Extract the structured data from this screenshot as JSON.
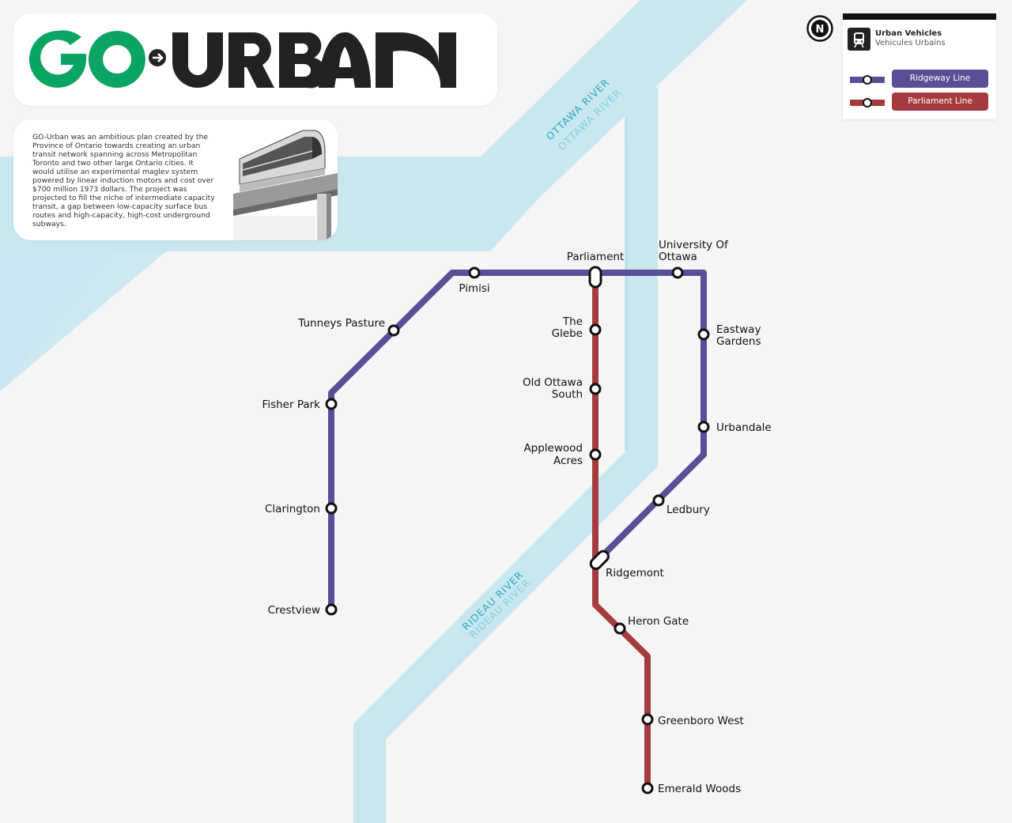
{
  "colors": {
    "ridgeway": "#5a4e96",
    "parliament": "#a63b3f",
    "river": "#c9e7ef",
    "river_label": "#2aa9c2",
    "logo_green": "#0aa463",
    "logo_dark": "#222222"
  },
  "description": "GO-Urban was an ambitious plan created by the Province of Ontario towards creating an urban transit network spanning across Metropolitan Toronto and two other large Ontario cities. It would utilise an experimental maglev system powered by linear induction motors and cost over $700 million 1973 dollars. The project was projected to fill the niche of intermediate capacity transit, a gap between low-capacity surface bus routes and high-capacity, high-cost underground subways.",
  "legend": {
    "title": "Urban Vehicles",
    "subtitle": "Vehicules Urbains",
    "icon": "train-icon",
    "lines": [
      {
        "name": "Ridgeway Line",
        "color": "#5a4e96"
      },
      {
        "name": "Parliament Line",
        "color": "#a63b3f"
      }
    ]
  },
  "compass_label": "N",
  "rivers": {
    "ottawa": "OTTAWA RIVER",
    "rideau": "RIDEAU RIVER"
  },
  "stations": {
    "crestview": "Crestview",
    "clarington": "Clarington",
    "fisher_park": "Fisher Park",
    "tunneys_pasture": "Tunneys Pasture",
    "pimisi": "Pimisi",
    "parliament": "Parliament",
    "university_of_ottawa_1": "University Of",
    "university_of_ottawa_2": "Ottawa",
    "eastway_1": "Eastway",
    "eastway_2": "Gardens",
    "urbandale": "Urbandale",
    "ledbury": "Ledbury",
    "ridgemont": "Ridgemont",
    "glebe_1": "The",
    "glebe_2": "Glebe",
    "old_ottawa_1": "Old Ottawa",
    "old_ottawa_2": "South",
    "applewood_1": "Applewood",
    "applewood_2": "Acres",
    "heron_gate": "Heron Gate",
    "greenboro_west": "Greenboro West",
    "emerald_woods": "Emerald Woods"
  }
}
